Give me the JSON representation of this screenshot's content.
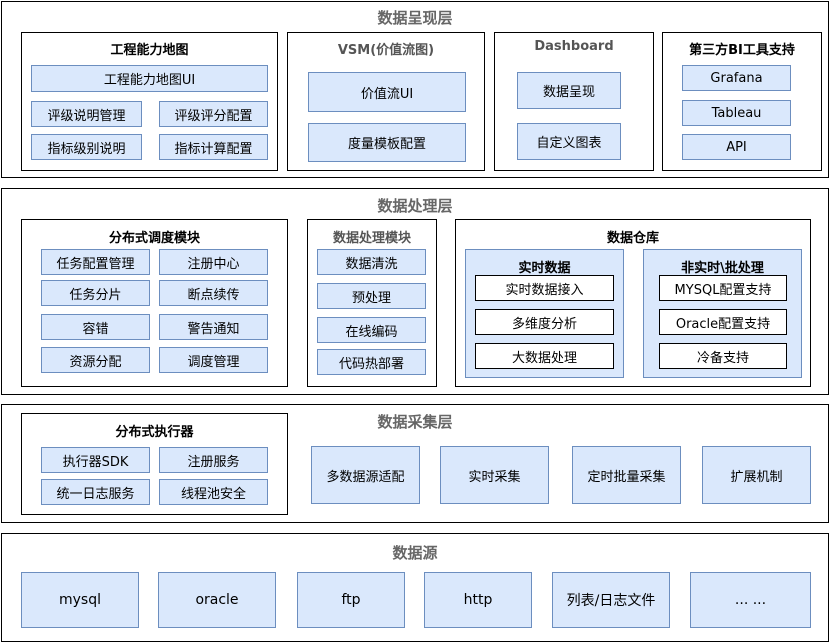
{
  "presentation": {
    "title": "数据呈现层",
    "capability": {
      "title": "工程能力地图",
      "items": [
        "工程能力地图UI",
        "评级说明管理",
        "评级评分配置",
        "指标级别说明",
        "指标计算配置"
      ]
    },
    "vsm": {
      "title": "VSM(价值流图)",
      "items": [
        "价值流UI",
        "度量模板配置"
      ]
    },
    "dashboard": {
      "title": "Dashboard",
      "items": [
        "数据呈现",
        "自定义图表"
      ]
    },
    "bi": {
      "title": "第三方BI工具支持",
      "items": [
        "Grafana",
        "Tableau",
        "API"
      ]
    }
  },
  "processing": {
    "title": "数据处理层",
    "scheduling": {
      "title": "分布式调度模块",
      "items": [
        "任务配置管理",
        "注册中心",
        "任务分片",
        "断点续传",
        "容错",
        "警告通知",
        "资源分配",
        "调度管理"
      ]
    },
    "module": {
      "title": "数据处理模块",
      "items": [
        "数据清洗",
        "预处理",
        "在线编码",
        "代码热部署"
      ]
    },
    "warehouse": {
      "title": "数据仓库",
      "realtime": {
        "title": "实时数据",
        "items": [
          "实时数据接入",
          "多维度分析",
          "大数据处理"
        ]
      },
      "batch": {
        "title": "非实时\\批处理",
        "items": [
          "MYSQL配置支持",
          "Oracle配置支持",
          "冷备支持"
        ]
      }
    }
  },
  "collection": {
    "title": "数据采集层",
    "executor": {
      "title": "分布式执行器",
      "items": [
        "执行器SDK",
        "注册服务",
        "统一日志服务",
        "线程池安全"
      ]
    },
    "items": [
      "多数据源适配",
      "实时采集",
      "定时批量采集",
      "扩展机制"
    ]
  },
  "sources": {
    "title": "数据源",
    "items": [
      "mysql",
      "oracle",
      "ftp",
      "http",
      "列表/日志文件",
      "... ..."
    ]
  }
}
